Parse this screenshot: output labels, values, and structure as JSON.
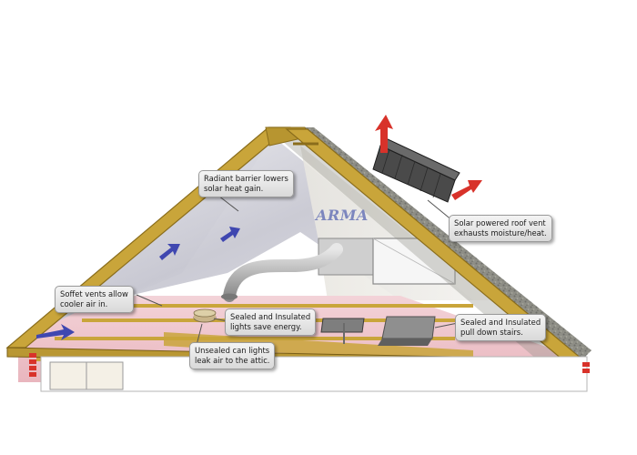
{
  "logo": {
    "text": "ARMA"
  },
  "callouts": {
    "radiant": {
      "line1": "Radiant barrier lowers",
      "line2": "solar heat gain."
    },
    "solar": {
      "line1": "Solar powered roof vent",
      "line2": "exhausts moisture/heat."
    },
    "soffit": {
      "line1": "Soffet vents allow",
      "line2": "cooler air in."
    },
    "lights_sealed": {
      "line1": "Sealed and Insulated",
      "line2": "lights save energy."
    },
    "stairs": {
      "line1": "Sealed and Insulated",
      "line2": "pull down stairs."
    },
    "unsealed": {
      "line1": "Unsealed can lights",
      "line2": "leak air to the attic."
    }
  },
  "colors": {
    "wood": "#c9a53a",
    "wood_dark": "#8a6d1c",
    "insulation": "#f0c9cf",
    "shingles": "#8c8c84",
    "barrier": "#d9d9e0",
    "arrow_red": "#d8322a",
    "arrow_blue": "#3f47b0"
  }
}
